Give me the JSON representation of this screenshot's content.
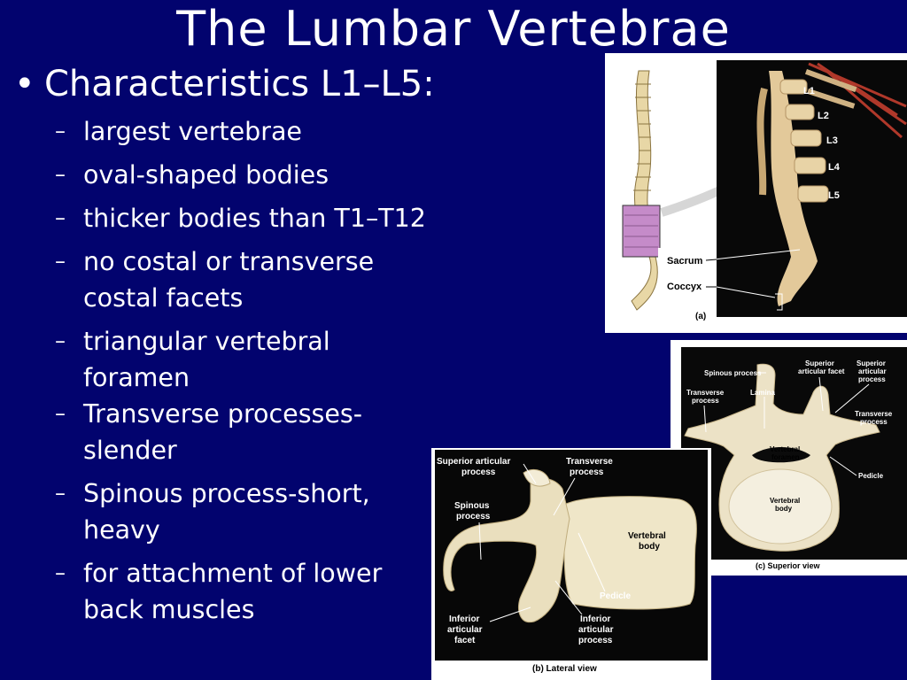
{
  "slide": {
    "title": "The Lumbar Vertebrae",
    "bullet": "Characteristics L1–L5:",
    "dash": "–",
    "items": [
      {
        "l1": "largest vertebrae",
        "l2": ""
      },
      {
        "l1": "oval-shaped bodies",
        "l2": ""
      },
      {
        "l1": "thicker bodies than T1–T12",
        "l2": ""
      },
      {
        "l1": "no costal or transverse",
        "l2": "costal facets"
      },
      {
        "l1": "triangular vertebral",
        "l2": "foramen"
      },
      {
        "l1": "Transverse processes-",
        "l2": "slender"
      },
      {
        "l1": "Spinous process-short,",
        "l2": "heavy"
      },
      {
        "l1": "for attachment of lower",
        "l2": "back muscles"
      }
    ]
  },
  "figure_a": {
    "levels": [
      "L1",
      "L2",
      "L3",
      "L4",
      "L5"
    ],
    "sacrum": "Sacrum",
    "coccyx": "Coccyx",
    "caption": "(a)"
  },
  "figure_b": {
    "superior_articular_1": "Superior articular",
    "superior_articular_2": "process",
    "transverse_1": "Transverse",
    "transverse_2": "process",
    "spinous_1": "Spinous",
    "spinous_2": "process",
    "body_1": "Vertebral",
    "body_2": "body",
    "pedicle": "Pedicle",
    "inf_facet_1": "Inferior",
    "inf_facet_2": "articular",
    "inf_facet_3": "facet",
    "inf_process_1": "Inferior",
    "inf_process_2": "articular",
    "inf_process_3": "process",
    "caption": "(b) Lateral view"
  },
  "figure_c": {
    "spinous": "Spinous process",
    "sup_facet_1": "Superior",
    "sup_facet_2": "articular facet",
    "sup_process_1": "Superior",
    "sup_process_2": "articular",
    "sup_process_3": "process",
    "transverse_l1": "Transverse",
    "transverse_l2": "process",
    "lamina": "Lamina",
    "transverse_r1": "Transverse",
    "transverse_r2": "process",
    "foramen_1": "Vertebral",
    "foramen_2": "foramen",
    "pedicle": "Pedicle",
    "body_1": "Vertebral",
    "body_2": "body",
    "caption": "(c) Superior view"
  }
}
